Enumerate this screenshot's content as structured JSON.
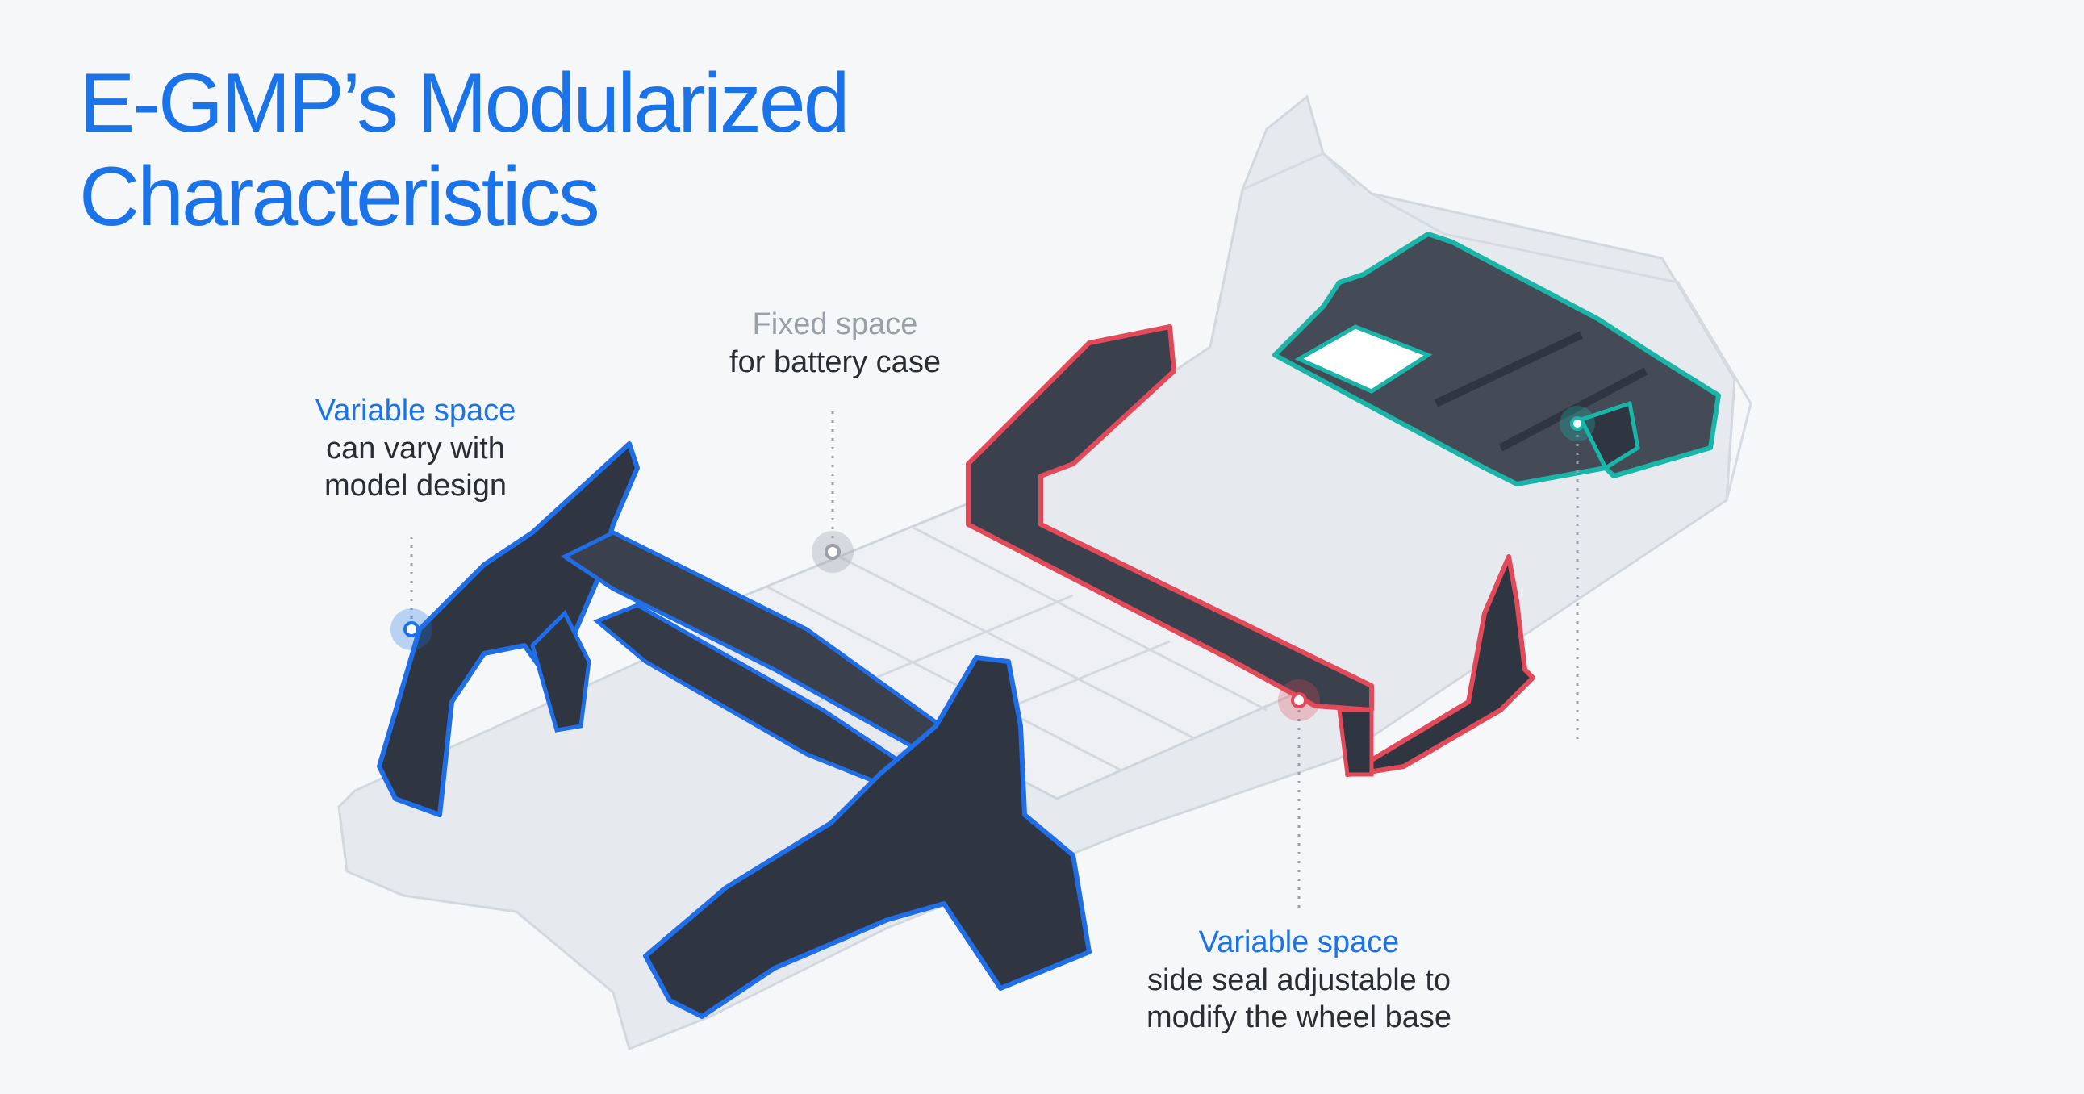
{
  "title": {
    "line1": "E-GMP’s Modularized",
    "line2": "Characteristics"
  },
  "colors": {
    "title": "#1a73e8",
    "variable": "#1a73e8",
    "fixed": "#9aa0a8",
    "text": "#2a2d33",
    "front_outline": "#1f6ee8",
    "side_outline": "#e24a5a",
    "rear_outline": "#19b5a8"
  },
  "callouts": {
    "front": {
      "heading": "Variable space",
      "lines": [
        "can vary with",
        "model design"
      ],
      "icon": "blue-marker-dot"
    },
    "fixed": {
      "heading": "Fixed space",
      "lines": [
        "for battery case"
      ],
      "icon": "gray-marker-dot"
    },
    "side": {
      "heading": "Variable space",
      "lines": [
        "side seal adjustable to",
        "modify the wheel base"
      ],
      "icon": "red-marker-dot"
    },
    "rear": {
      "icon": "teal-marker-dot"
    }
  }
}
